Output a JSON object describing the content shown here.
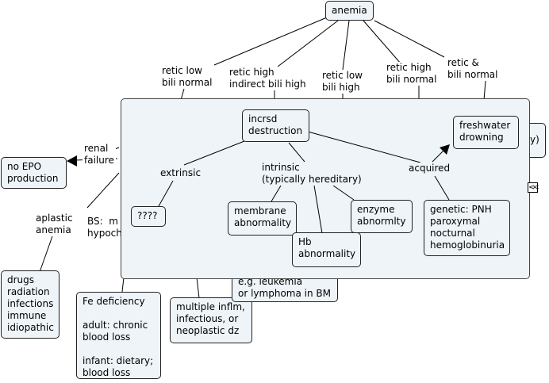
{
  "root": "anemia",
  "branches": {
    "retic_low_bili_normal_1": "retic low\nbili normal",
    "retic_high_indirect": "retic high\nindirect bili high",
    "retic_low_bili_high": "retic low\nbili high",
    "retic_high_bili_normal": "retic high\nbili normal",
    "retic_and_bili_normal": "retic &\nbili normal"
  },
  "outer": {
    "renal_failure": "renal\nfailure",
    "no_epo": "no EPO\nproduction",
    "aplastic_anemia": "aplastic\nanemia",
    "bs_partial": "BS:  m\nhypoch",
    "aplastic_causes": "drugs\nradiation\ninfections\nimmune\nidiopathic",
    "fe_deficiency": "Fe deficiency\n\nadult: chronic\nblood loss\n\ninfant: dietary;\nblood loss",
    "multiple_inflm": "multiple inflm,\ninfectious, or\nneoplastic dz",
    "leukemia": "e.g. leukemia\nor lymphoma in BM",
    "partial_right": "y)"
  },
  "panel": {
    "incrsd_destruction": "incrsd\ndestruction",
    "extrinsic": "extrinsic",
    "intrinsic": "intrinsic\n(typically hereditary)",
    "acquired": "acquired",
    "unknown": "????",
    "membrane": "membrane\nabnormality",
    "hb": "Hb\nabnormality",
    "enzyme": "enzyme\nabnormlty",
    "freshwater": "freshwater\ndrowning",
    "genetic_pnh": "genetic: PNH\nparoxymal\nnocturnal\nhemoglobinuria"
  },
  "expand_icon": "double-chevron-left-icon",
  "expand_glyph": "<<"
}
